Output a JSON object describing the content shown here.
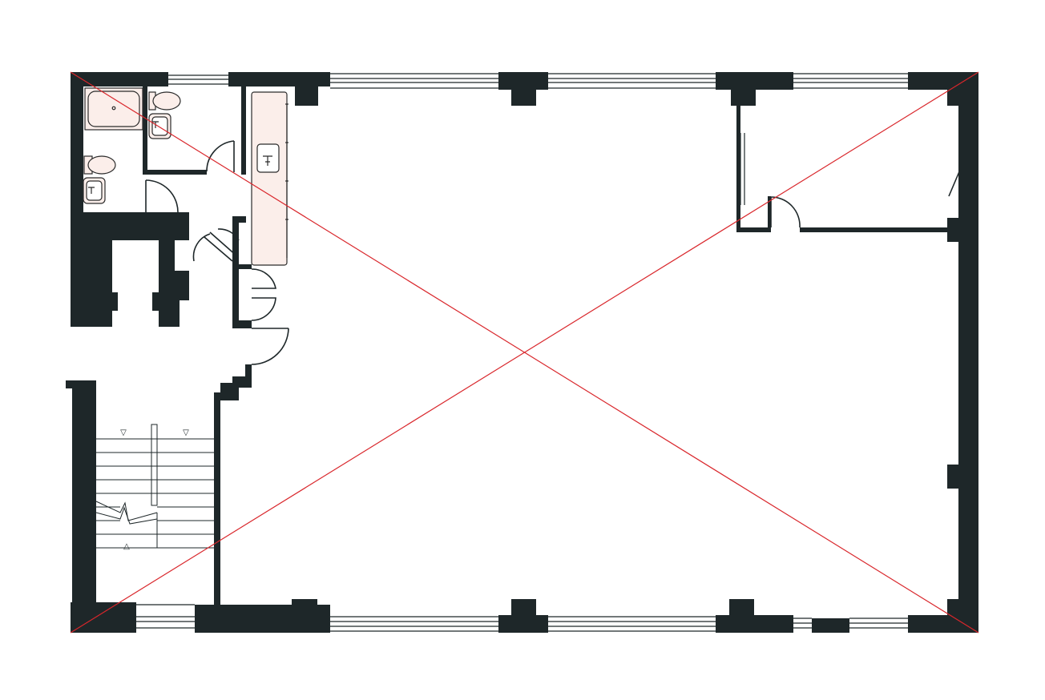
{
  "plan": {
    "colors": {
      "wall": "#1e2729",
      "fixture_fill": "#fbeeea",
      "fixture_stroke": "#2b2b2b",
      "window_line": "#1e2729",
      "diagonal": "#d9262b",
      "background": "#ffffff"
    },
    "symbols": {
      "stair_arrow_down": "▽",
      "stair_arrow_up": "△"
    },
    "rooms": {
      "bathroom": [
        "bathtub",
        "toilet",
        "washbasin"
      ],
      "wc": [
        "toilet",
        "washbasin"
      ],
      "kitchenette": [
        "counter",
        "sink"
      ],
      "office": [
        "door"
      ],
      "stairwell": [
        "stair-flight-down",
        "stair-flight-up",
        "break-line"
      ],
      "main_hall": [
        "open-area"
      ]
    }
  }
}
